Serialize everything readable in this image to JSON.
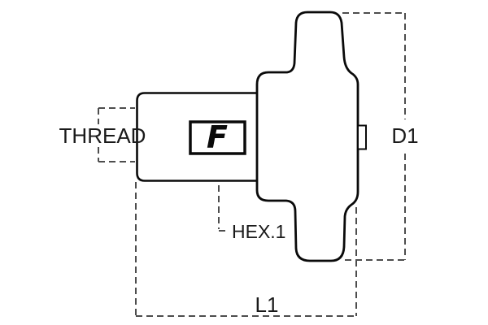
{
  "diagram": {
    "type": "technical-dimension-drawing",
    "part": "hydraulic-fitting",
    "labels": {
      "thread": "THREAD",
      "hex1": "HEX.1",
      "d1": "D1",
      "l1": "L1"
    },
    "logo": {
      "letter": "F"
    },
    "colors": {
      "background": "#ffffff",
      "outline": "#0a0a0a",
      "dashed_line": "#4d4d4d",
      "label_text": "#1a1a1a",
      "logo_box_border": "#0a0a0a",
      "logo_letter": "#0a0a0a"
    }
  }
}
